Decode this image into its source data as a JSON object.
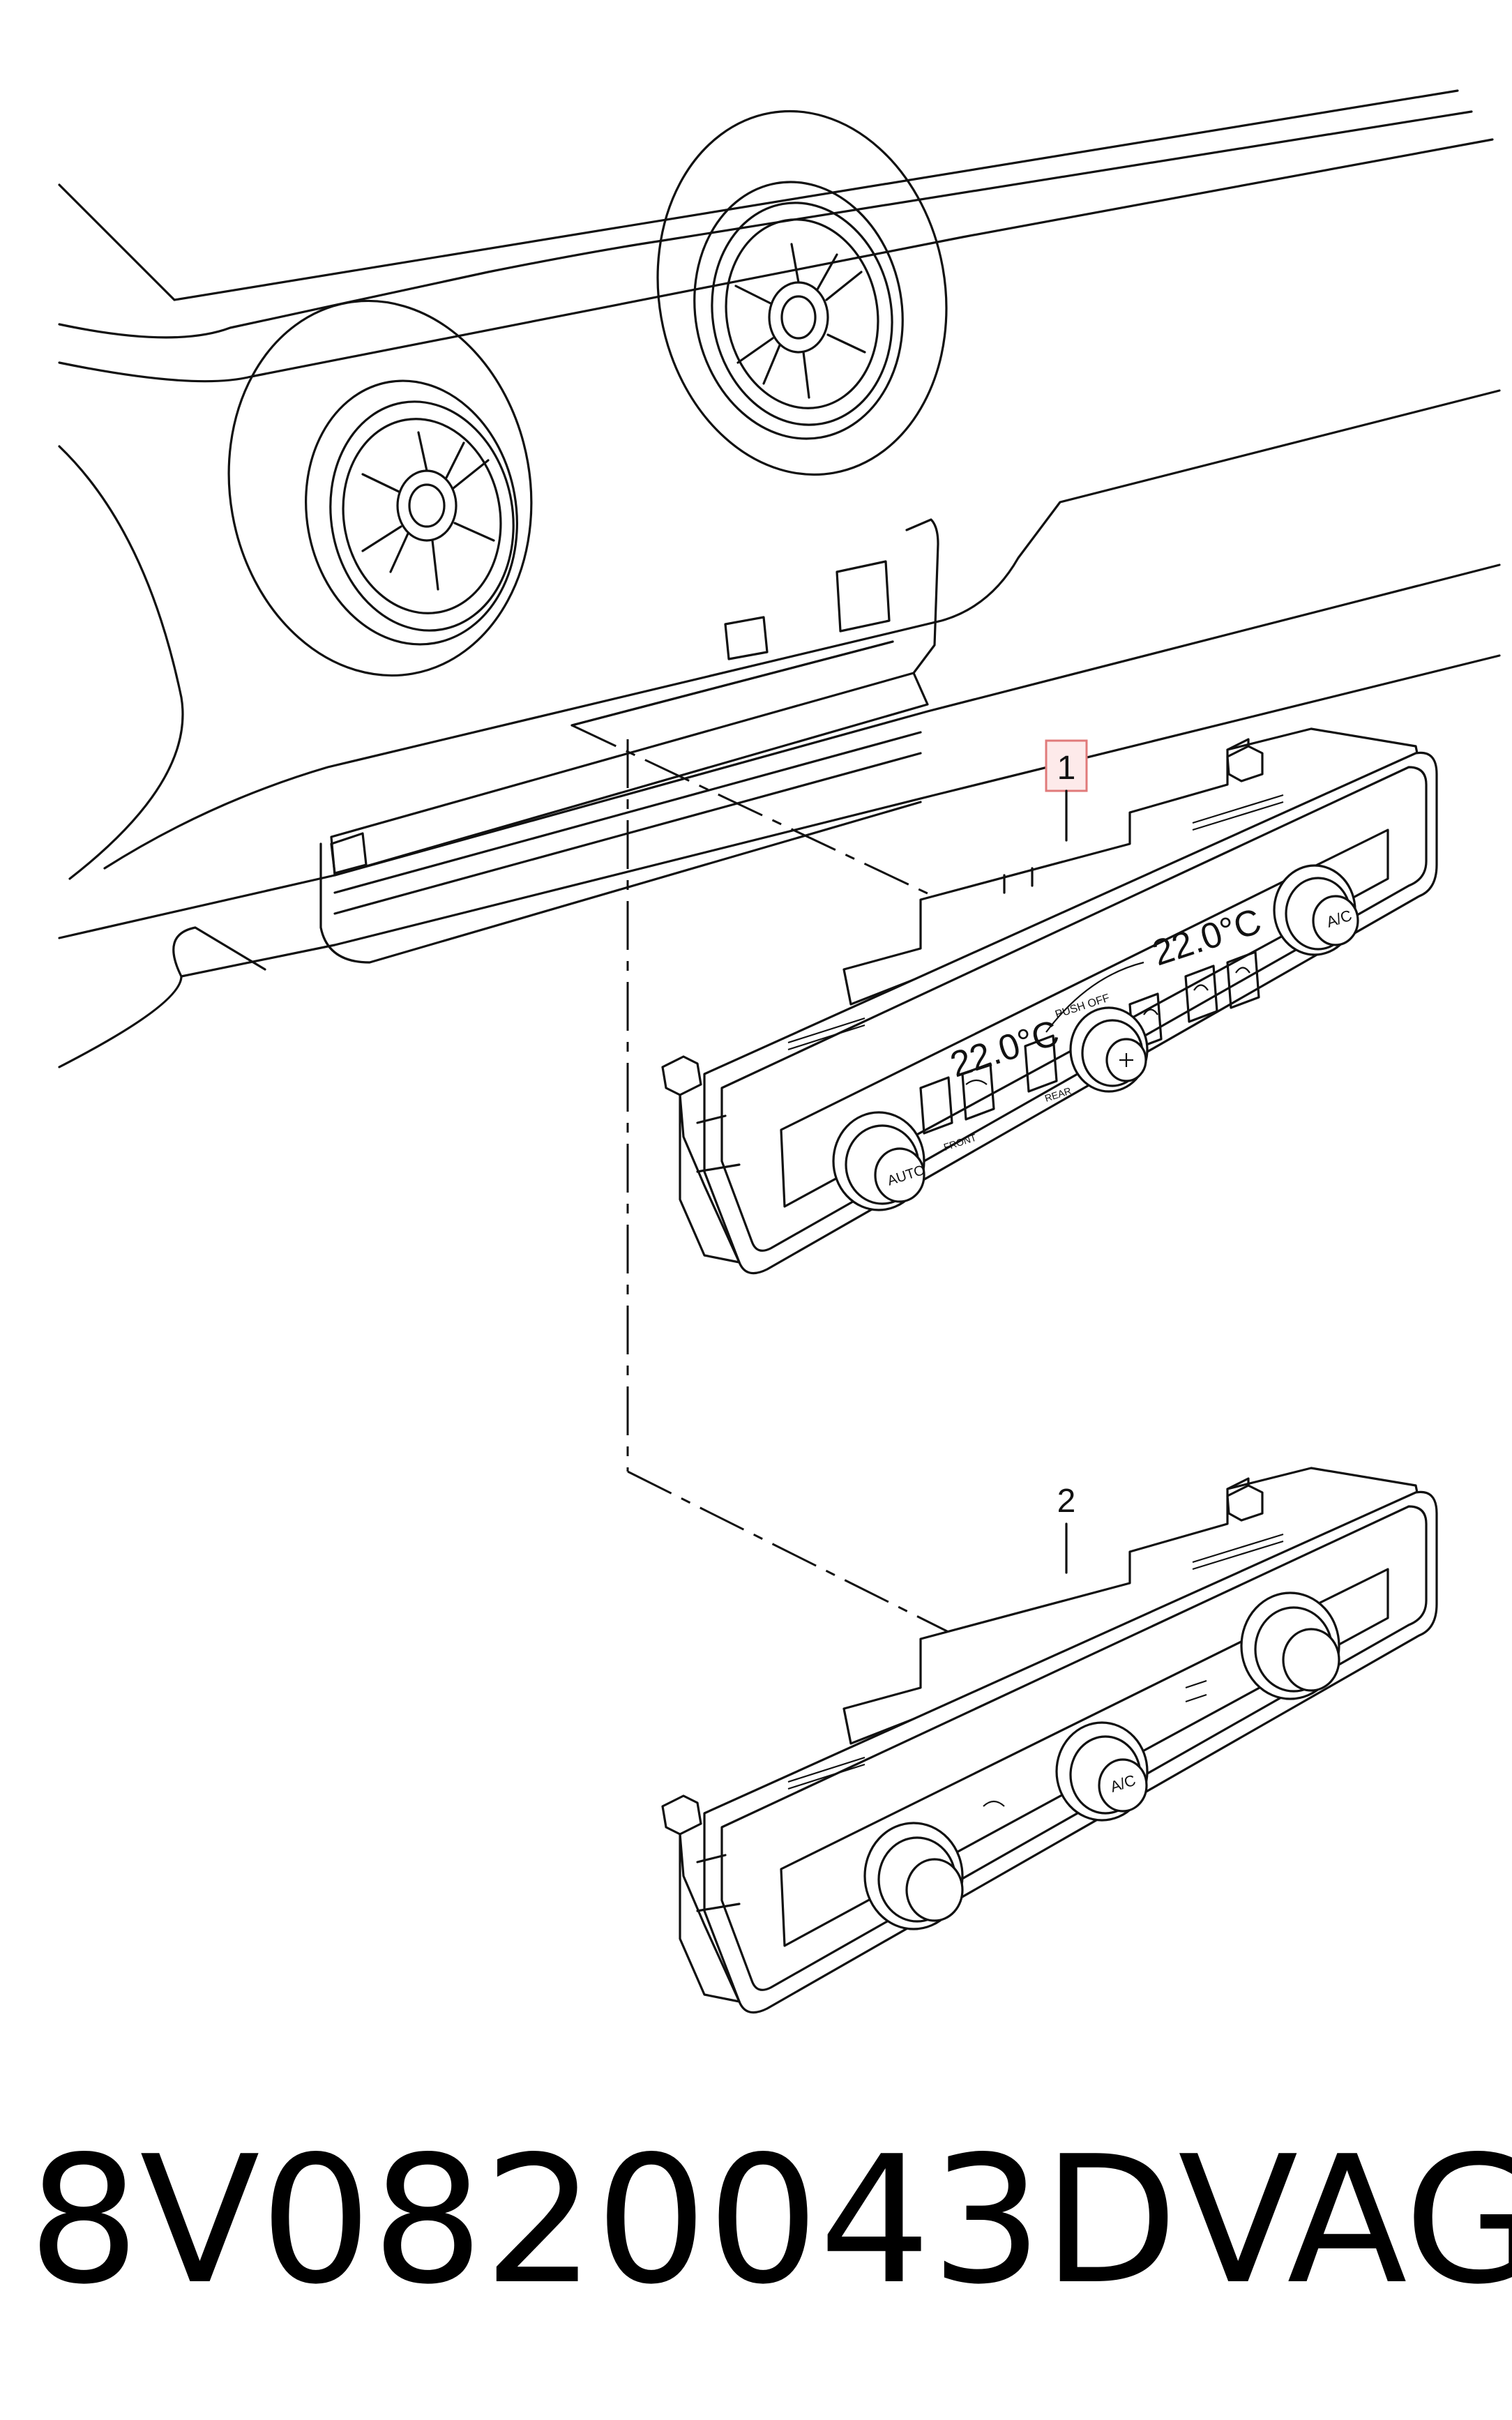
{
  "diagram": {
    "callouts": [
      {
        "number": "1",
        "highlighted": true
      },
      {
        "number": "2",
        "highlighted": false
      }
    ],
    "panel_1": {
      "temp_left": "22.0°C",
      "temp_right": "22.0°C",
      "knob_left": "AUTO",
      "knob_right": "A/C",
      "button_front": "FRONT",
      "button_rear": "REAR",
      "fan_label": "PUSH OFF"
    },
    "panel_2": {
      "knob_center": "A/C"
    }
  },
  "caption": {
    "part_number": "8V0820043D",
    "brand": "VAG"
  },
  "colors": {
    "line": "#111111",
    "callout_highlight_fill": "#fdeaea",
    "callout_highlight_stroke": "#e07a7a"
  }
}
